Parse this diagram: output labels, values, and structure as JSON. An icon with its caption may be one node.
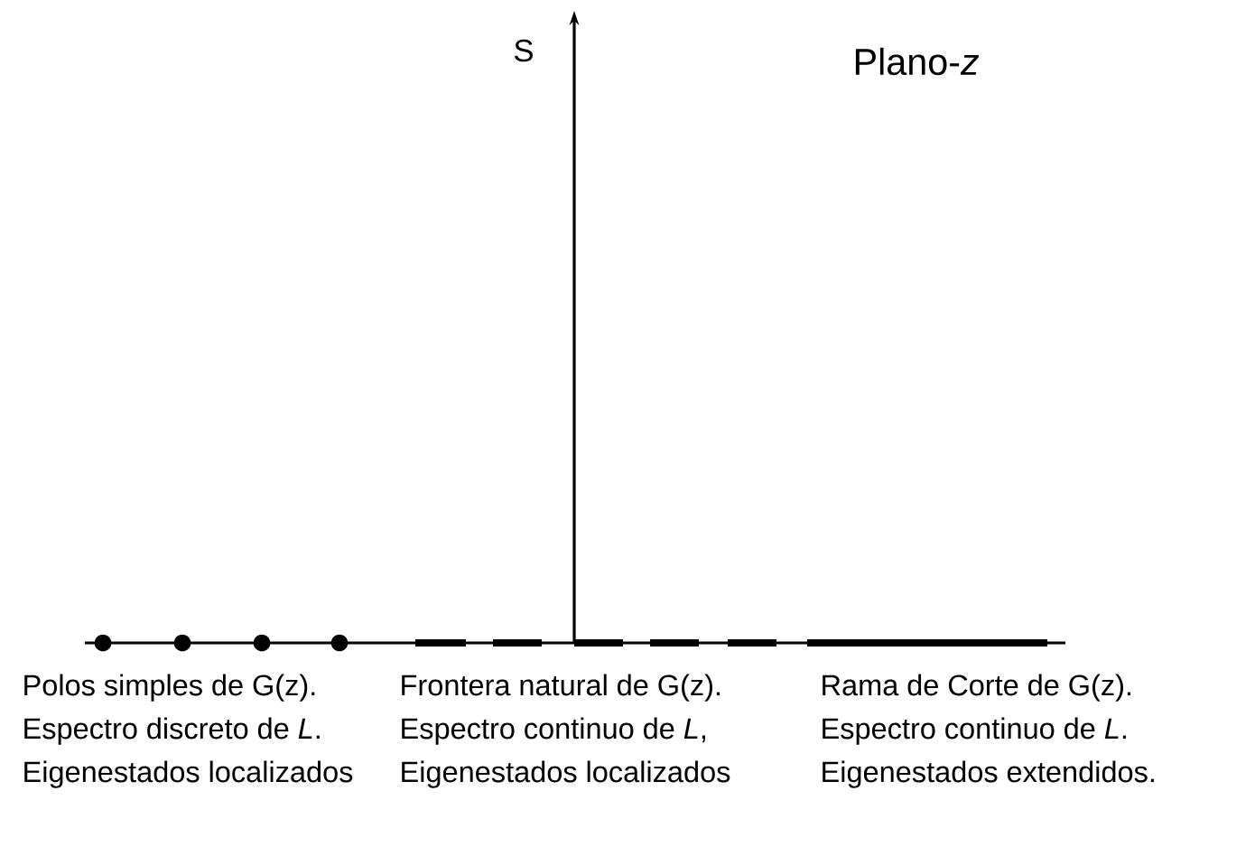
{
  "diagram": {
    "title": "Plano-*z*",
    "labels": [
      "S",
      "Polos simples de G(z). Espectro discreto de *L*. Eigenestados localizados",
      "Frontera natural de G(z). Espectro continuo de *L*, Eigenestados localizados",
      "Rama de Corte de G(z). Espectro continuo de *L*. Eigenestados extendidos."
    ]
  }
}
